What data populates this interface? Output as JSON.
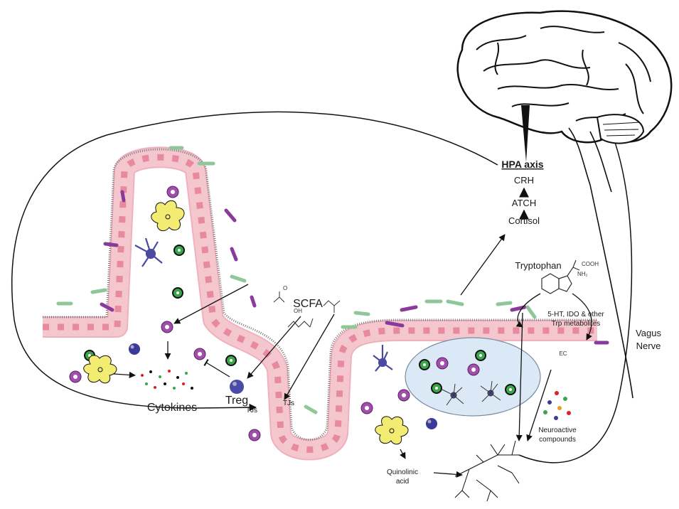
{
  "labels": {
    "hpa_axis": "HPA axis",
    "crh": "CRH",
    "atch": "ATCH",
    "cortisol": "Cortisol",
    "scfa": "SCFA",
    "treg": "Treg",
    "cytokines": "Cytokines",
    "tjs_left": "TJs",
    "tjs_right": "TJs",
    "tryptophan": "Tryptophan",
    "cooh": "COOH",
    "nh2": "NH₂",
    "trp_metabolites_line1": "5-HT, IDO & other",
    "trp_metabolites_line2": "Trp metabolites",
    "ec": "EC",
    "vagus_line1": "Vagus",
    "vagus_line2": "Nerve",
    "neuroactive_line1": "Neuroactive",
    "neuroactive_line2": "compounds",
    "quinolinic_line1": "Quinolinic",
    "quinolinic_line2": "acid"
  },
  "colors": {
    "epithelium_fill": "#f4c7cf",
    "epithelium_stroke": "#b07080",
    "nucleus": "#e89aab",
    "dendritic_cell": "#4a4aa0",
    "macrophage": "#f3ec72",
    "green_cell": "#3aa64a",
    "purple_cell": "#a050a8",
    "blue_cell": "#3a3a9a",
    "bacteria_green": "#8fc79a",
    "bacteria_purple": "#8a3a9a",
    "lymphoid_fill": "#dbe9f6"
  },
  "icons": [
    "brain-icon",
    "dendritic-cell-icon",
    "macrophage-icon",
    "bacteria-icon",
    "tryptophan-molecule-icon",
    "nerve-ending-icon"
  ]
}
